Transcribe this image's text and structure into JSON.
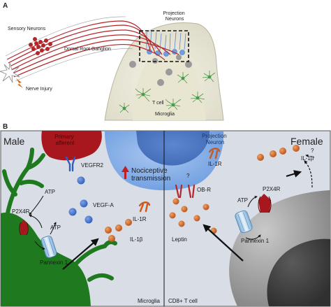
{
  "panel_a": {
    "label": "A",
    "sensory_neurons": "Sensory Neurons",
    "dorsal_root_ganglion": "Dorsal Root Ganglion",
    "projection_neurons_line1": "Projection",
    "projection_neurons_line2": "Neurons",
    "nerve_injury": "Nerve Injury",
    "t_cell": "T cell",
    "microglia": "Microglia"
  },
  "panel_b": {
    "label": "B",
    "male": "Male",
    "female": "Female",
    "primary_afferent_line1": "Primary",
    "primary_afferent_line2": "afferent",
    "projection_neuron_line1": "Projection",
    "projection_neuron_line2": "Neuron",
    "nociceptive_line1": "Nociceptive",
    "nociceptive_line2": "transmission",
    "vegfr2": "VEGFR2",
    "atp_1": "ATP",
    "atp_2": "ATP",
    "atp_3": "ATP",
    "p2x4r_left": "P2X4R",
    "p2x4r_right": "P2X4R",
    "pannexin_left": "Pannexin 1",
    "pannexin_right": "Pannexin 1",
    "vegf_a": "VEGF-A",
    "il_1r_left": "IL-1R",
    "il_1r_right": "IL-1R",
    "il_1b_left": "IL-1β",
    "il_1b_right": "IL-1β",
    "ob_r": "OB-R",
    "question_1": "?",
    "question_2": "?",
    "leptin": "Leptin",
    "microglia": "Microglia",
    "cd8_t_cell": "CD8+ T cell"
  },
  "colors": {
    "neuron_red": "#b3262a",
    "projection_blue": "#6f9fe0",
    "microglia_green": "#1f7a1f",
    "tcell_gray": "#8a8a8a",
    "ligand_orange": "#c85a1c",
    "vegf_blue": "#3a6fc9"
  }
}
